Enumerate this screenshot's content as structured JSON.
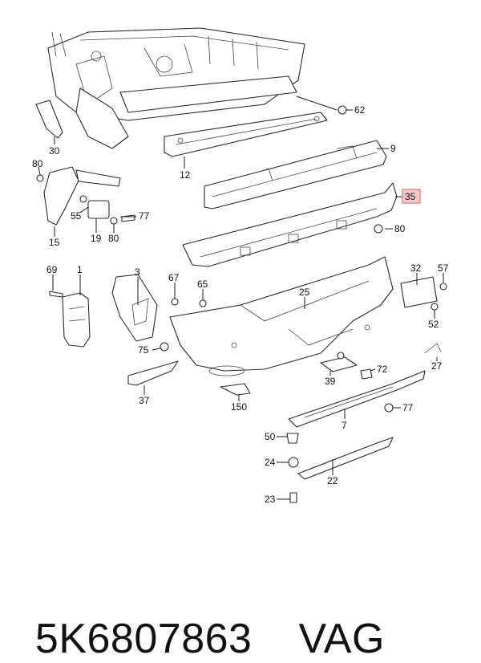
{
  "callouts": [
    {
      "id": "c62",
      "text": "62"
    },
    {
      "id": "c9",
      "text": "9"
    },
    {
      "id": "c30",
      "text": "30"
    },
    {
      "id": "c12",
      "text": "12"
    },
    {
      "id": "c80a",
      "text": "80"
    },
    {
      "id": "c35",
      "text": "35"
    },
    {
      "id": "c55",
      "text": "55"
    },
    {
      "id": "c77a",
      "text": "77"
    },
    {
      "id": "c80b",
      "text": "80"
    },
    {
      "id": "c15",
      "text": "15"
    },
    {
      "id": "c19",
      "text": "19"
    },
    {
      "id": "c80c",
      "text": "80"
    },
    {
      "id": "c69",
      "text": "69"
    },
    {
      "id": "c1",
      "text": "1"
    },
    {
      "id": "c3",
      "text": "3"
    },
    {
      "id": "c67",
      "text": "67"
    },
    {
      "id": "c65",
      "text": "65"
    },
    {
      "id": "c32",
      "text": "32"
    },
    {
      "id": "c57",
      "text": "57"
    },
    {
      "id": "c25",
      "text": "25"
    },
    {
      "id": "c52",
      "text": "52"
    },
    {
      "id": "c75",
      "text": "75"
    },
    {
      "id": "c27",
      "text": "27"
    },
    {
      "id": "c72",
      "text": "72"
    },
    {
      "id": "c39",
      "text": "39"
    },
    {
      "id": "c37",
      "text": "37"
    },
    {
      "id": "c150",
      "text": "150"
    },
    {
      "id": "c77b",
      "text": "77"
    },
    {
      "id": "c7",
      "text": "7"
    },
    {
      "id": "c50",
      "text": "50"
    },
    {
      "id": "c24",
      "text": "24"
    },
    {
      "id": "c22",
      "text": "22"
    },
    {
      "id": "c23",
      "text": "23"
    }
  ],
  "highlighted_callout": "35",
  "highlight_color": "#f6c7c7",
  "caption": {
    "part_number": "5K6807863",
    "brand": "VAG"
  }
}
